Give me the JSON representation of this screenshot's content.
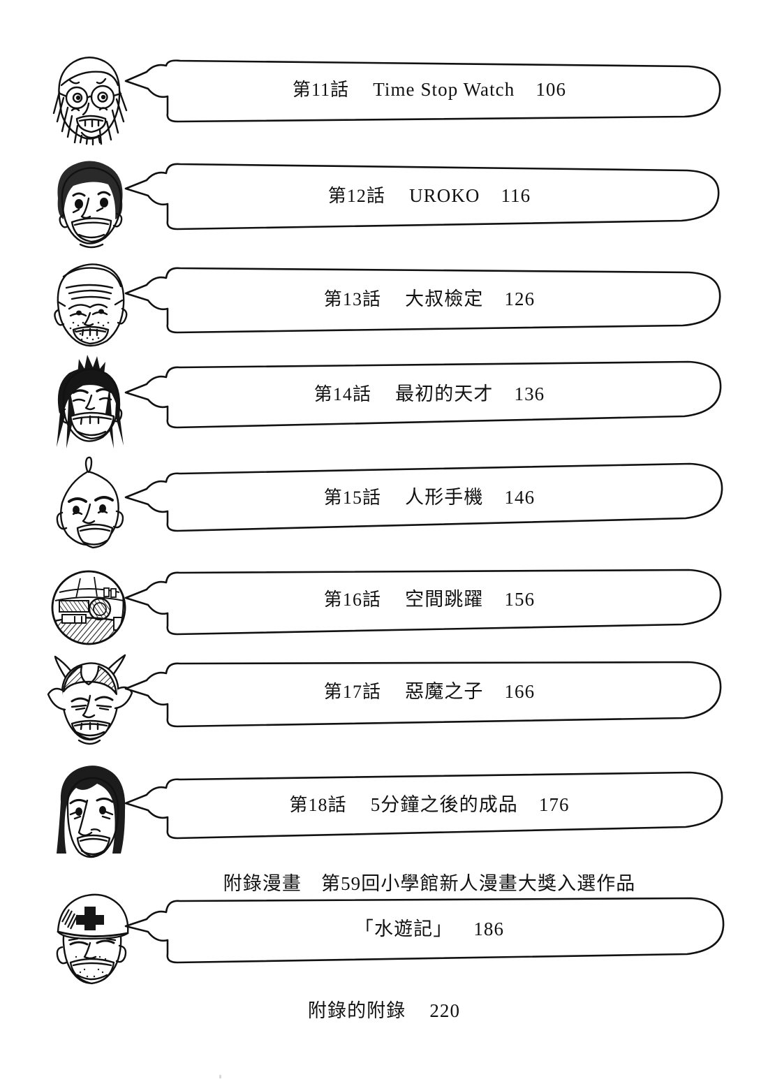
{
  "document": {
    "type": "manga-table-of-contents",
    "background_color": "#ffffff",
    "ink_color": "#111111"
  },
  "entries": [
    {
      "episode": "第11話",
      "title": "Time Stop Watch",
      "page": "106",
      "portrait": "bearded-glasses-man-face-icon"
    },
    {
      "episode": "第12話",
      "title": "UROKO",
      "page": "116",
      "portrait": "bowl-cut-laughing-man-face-icon"
    },
    {
      "episode": "第13話",
      "title": "大叔檢定",
      "page": "126",
      "portrait": "wrinkled-balding-uncle-face-icon"
    },
    {
      "episode": "第14話",
      "title": "最初的天才",
      "page": "136",
      "portrait": "spiky-topknot-grinning-face-icon"
    },
    {
      "episode": "第15話",
      "title": "人形手機",
      "page": "146",
      "portrait": "bald-single-tuft-face-icon"
    },
    {
      "episode": "第16話",
      "title": "空間跳躍",
      "page": "156",
      "portrait": "mechanical-sphere-robot-icon"
    },
    {
      "episode": "第17話",
      "title": "惡魔之子",
      "page": "166",
      "portrait": "horned-devil-face-icon"
    },
    {
      "episode": "第18話",
      "title": "5分鐘之後的成品",
      "page": "176",
      "portrait": "long-haired-man-face-icon"
    }
  ],
  "appendix": {
    "heading": "附錄漫畫　第59回小學館新人漫畫大獎入選作品",
    "title": "「水遊記」",
    "page": "186",
    "portrait": "cross-helmet-man-face-icon"
  },
  "footer": {
    "label": "附錄的附錄",
    "page": "220"
  }
}
